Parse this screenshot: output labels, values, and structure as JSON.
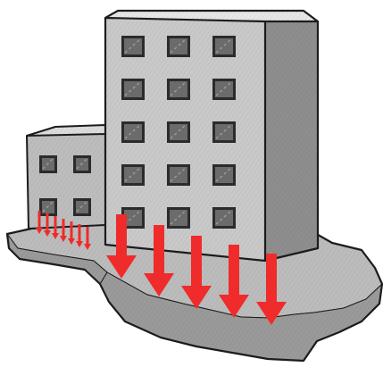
{
  "colors": {
    "background": "#ffffff",
    "ink": "#1c1c1c",
    "tower_front": "#c9c9c9",
    "tower_side": "#8e8e8e",
    "tower_top": "#e6e6e6",
    "annex_front": "#bdbdbd",
    "annex_top": "#dcdcdc",
    "window": "#6b6b6b",
    "window_frame": "#2b2b2b",
    "ground_top": "#bcbcbc",
    "ground_side": "#9a9a9a",
    "arrow": "#ef2b2b"
  },
  "icons": {
    "load_arrow": "down-arrow-icon"
  },
  "scene": {
    "buildings": [
      "tall-building",
      "low-annex-building"
    ],
    "large_load_arrow_count": 5,
    "small_load_arrow_count": 7,
    "annex_window_grid": "2x2",
    "tower_window_grid": "3x5"
  }
}
